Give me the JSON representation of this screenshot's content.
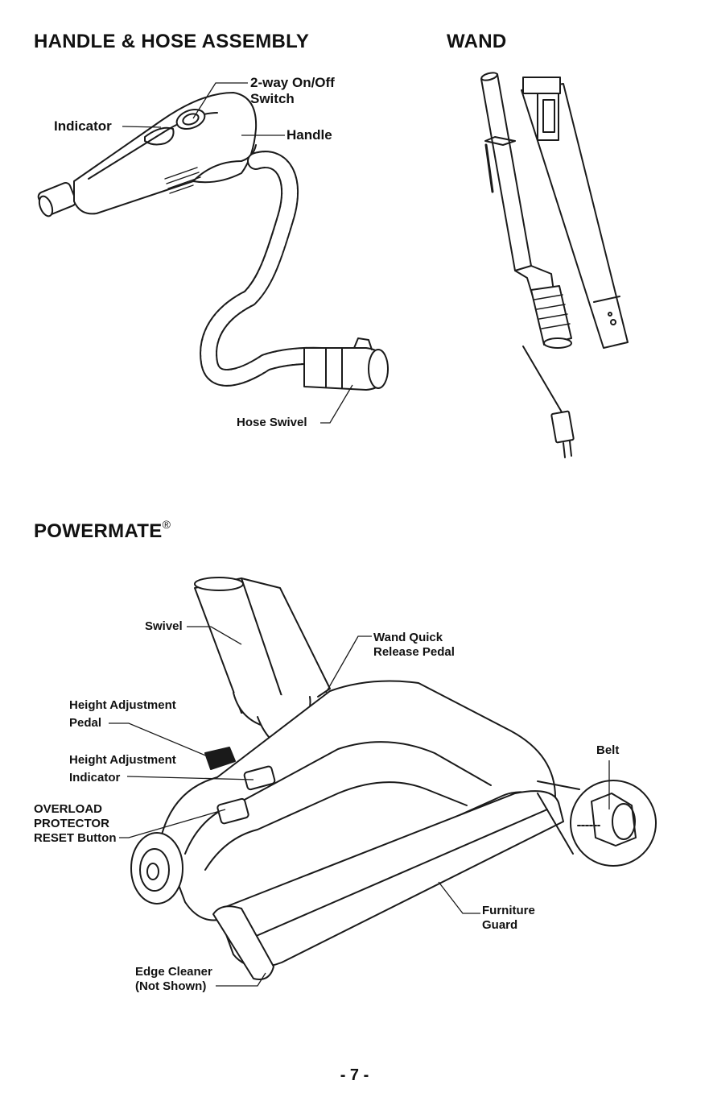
{
  "headings": {
    "handle_hose": "HANDLE & HOSE ASSEMBLY",
    "wand": "WAND",
    "powermate": "POWERMATE",
    "powermate_mark": "®"
  },
  "labels": {
    "switch_line1": "2-way On/Off",
    "switch_line2": "Switch",
    "indicator": "Indicator",
    "handle": "Handle",
    "hose_swivel": "Hose Swivel",
    "swivel": "Swivel",
    "wand_release_line1": "Wand Quick",
    "wand_release_line2": "Release Pedal",
    "height_pedal_line1": "Height Adjustment",
    "height_pedal_line2": "Pedal",
    "height_indicator_line1": "Height Adjustment",
    "height_indicator_line2": "Indicator",
    "overload_line1": "OVERLOAD",
    "overload_line2": "PROTECTOR",
    "overload_line3": "RESET Button",
    "belt": "Belt",
    "furniture_line1": "Furniture",
    "furniture_line2": "Guard",
    "edge_line1": "Edge Cleaner",
    "edge_line2": "(Not Shown)"
  },
  "page_number": "- 7 -"
}
